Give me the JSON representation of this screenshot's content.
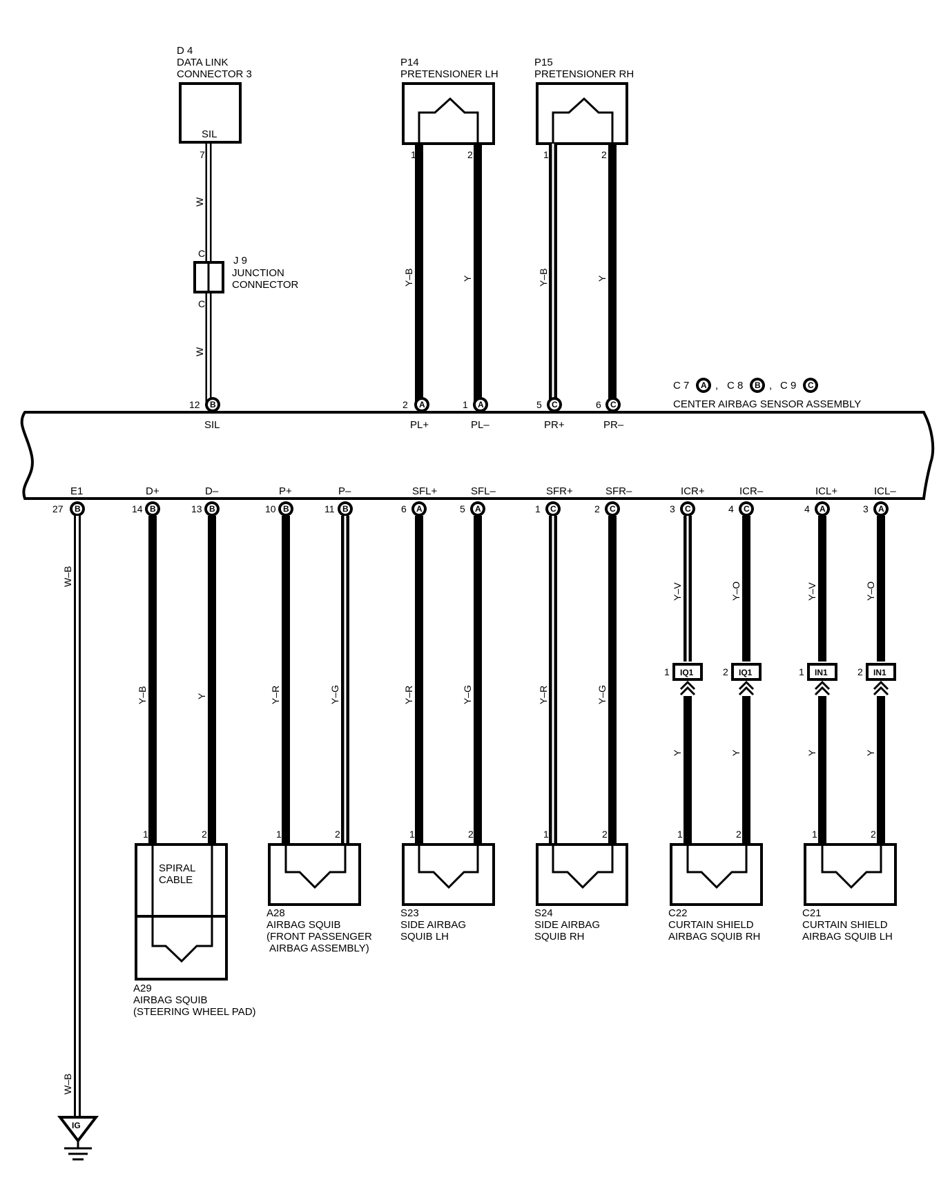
{
  "components": {
    "d4": {
      "code": "D 4",
      "line1": "DATA LINK",
      "line2": "CONNECTOR 3",
      "inner": "SIL"
    },
    "p14": {
      "code": "P14",
      "line1": "PRETENSIONER LH"
    },
    "p15": {
      "code": "P15",
      "line1": "PRETENSIONER RH"
    },
    "j9": {
      "code": "J 9",
      "line1": "JUNCTION",
      "line2": "CONNECTOR"
    },
    "a29": {
      "code": "A29",
      "line1": "AIRBAG SQUIB",
      "line2": "(STEERING WHEEL PAD)",
      "inner1": "SPIRAL",
      "inner2": "CABLE"
    },
    "a28": {
      "code": "A28",
      "line1": "AIRBAG SQUIB",
      "line2": "(FRONT PASSENGER",
      "line3": "AIRBAG ASSEMBLY)"
    },
    "s23": {
      "code": "S23",
      "line1": "SIDE AIRBAG",
      "line2": "SQUIB LH"
    },
    "s24": {
      "code": "S24",
      "line1": "SIDE AIRBAG",
      "line2": "SQUIB RH"
    },
    "c22": {
      "code": "C22",
      "line1": "CURTAIN SHIELD",
      "line2": "AIRBAG SQUIB RH"
    },
    "c21": {
      "code": "C21",
      "line1": "CURTAIN SHIELD",
      "line2": "AIRBAG SQUIB LH"
    }
  },
  "sensor": {
    "c7": "C 7",
    "c8": "C 8",
    "c9": "C 9",
    "connA": "A",
    "connB": "B",
    "connC": "C",
    "name": "CENTER AIRBAG SENSOR ASSEMBLY"
  },
  "top_terminals": [
    {
      "pin": "12",
      "conn": "B",
      "name": "SIL"
    },
    {
      "pin": "2",
      "conn": "A",
      "name": "PL+"
    },
    {
      "pin": "1",
      "conn": "A",
      "name": "PL–"
    },
    {
      "pin": "5",
      "conn": "C",
      "name": "PR+"
    },
    {
      "pin": "6",
      "conn": "C",
      "name": "PR–"
    }
  ],
  "bottom_terminals": [
    {
      "pin": "27",
      "conn": "B",
      "name": "E1"
    },
    {
      "pin": "14",
      "conn": "B",
      "name": "D+"
    },
    {
      "pin": "13",
      "conn": "B",
      "name": "D–"
    },
    {
      "pin": "10",
      "conn": "B",
      "name": "P+"
    },
    {
      "pin": "11",
      "conn": "B",
      "name": "P–"
    },
    {
      "pin": "6",
      "conn": "A",
      "name": "SFL+"
    },
    {
      "pin": "5",
      "conn": "A",
      "name": "SFL–"
    },
    {
      "pin": "1",
      "conn": "C",
      "name": "SFR+"
    },
    {
      "pin": "2",
      "conn": "C",
      "name": "SFR–"
    },
    {
      "pin": "3",
      "conn": "C",
      "name": "ICR+"
    },
    {
      "pin": "4",
      "conn": "C",
      "name": "ICR–"
    },
    {
      "pin": "4",
      "conn": "A",
      "name": "ICL+"
    },
    {
      "pin": "3",
      "conn": "A",
      "name": "ICL–"
    }
  ],
  "wire_colors": {
    "sil_upper": "W",
    "sil_lower": "W",
    "j9_top": "C",
    "j9_bottom": "C",
    "pl_plus": "Y–B",
    "pl_minus": "Y",
    "pr_plus": "Y–B",
    "pr_minus": "Y",
    "e1_upper": "W–B",
    "e1_lower": "W–B",
    "d_plus": "Y–B",
    "d_minus": "Y",
    "p_plus": "Y–R",
    "p_minus": "Y–G",
    "sfl_plus": "Y–R",
    "sfl_minus": "Y–G",
    "sfr_plus": "Y–R",
    "sfr_minus": "Y–G",
    "icr_plus": "Y–V",
    "icr_minus": "Y–O",
    "icl_plus": "Y–V",
    "icl_minus": "Y–O",
    "icr_plus_low": "Y",
    "icr_minus_low": "Y",
    "icl_plus_low": "Y",
    "icl_minus_low": "Y"
  },
  "component_pins": {
    "d4_pin": "7",
    "p14_pin1": "1",
    "p14_pin2": "2",
    "p15_pin1": "1",
    "p15_pin2": "2",
    "a29_pin1": "1",
    "a29_pin2": "2",
    "a28_pin1": "1",
    "a28_pin2": "2",
    "s23_pin1": "1",
    "s23_pin2": "2",
    "s24_pin1": "1",
    "s24_pin2": "2",
    "c22_pin1": "1",
    "c22_pin2": "2",
    "c21_pin1": "1",
    "c21_pin2": "2"
  },
  "inline_connectors": [
    {
      "pin": "1",
      "name": "IQ1"
    },
    {
      "pin": "2",
      "name": "IQ1"
    },
    {
      "pin": "1",
      "name": "IN1"
    },
    {
      "pin": "2",
      "name": "IN1"
    }
  ],
  "ground": {
    "label": "IG"
  }
}
